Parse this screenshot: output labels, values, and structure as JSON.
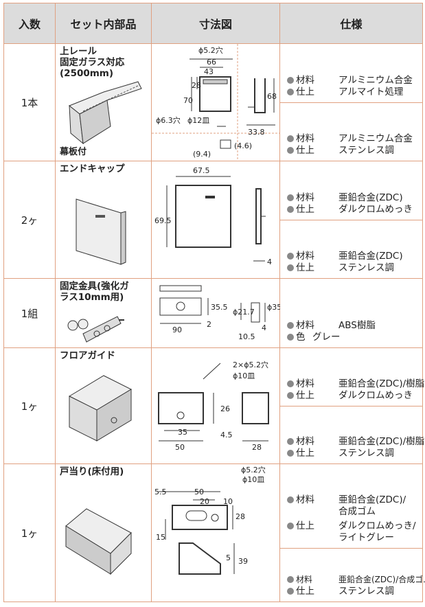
{
  "header": {
    "qty": "入数",
    "parts": "セット内部品",
    "diagram": "寸法図",
    "spec": "仕様"
  },
  "rows": [
    {
      "qty": "1本",
      "name": "上レール\n固定ガラス対応\n(2500mm)",
      "note": "幕板付",
      "dims": [
        "ϕ5.2穴",
        "66",
        "43",
        "28",
        "70",
        "68",
        "ϕ6.3穴",
        "ϕ12皿",
        "33.8",
        "(4.6)",
        "(9.4)"
      ],
      "specs": [
        {
          "lines": [
            {
              "label": "材料",
              "value": "アルミニウム合金"
            },
            {
              "label": "仕上",
              "value": "アルマイト処理"
            }
          ]
        },
        {
          "lines": [
            {
              "label": "材料",
              "value": "アルミニウム合金"
            },
            {
              "label": "仕上",
              "value": "ステンレス調"
            }
          ]
        }
      ]
    },
    {
      "qty": "2ヶ",
      "name": "エンドキャップ",
      "dims": [
        "67.5",
        "69.5",
        "4"
      ],
      "specs": [
        {
          "lines": [
            {
              "label": "材料",
              "value": "亜鉛合金(ZDC)"
            },
            {
              "label": "仕上",
              "value": "ダルクロムめっき"
            }
          ]
        },
        {
          "lines": [
            {
              "label": "材料",
              "value": "亜鉛合金(ZDC)"
            },
            {
              "label": "仕上",
              "value": "ステンレス調"
            }
          ]
        }
      ]
    },
    {
      "qty": "1組",
      "name": "固定金具(強化ガ\nラス10mm用)",
      "dims": [
        "35.5",
        "90",
        "2",
        "ϕ21.7",
        "ϕ35",
        "4",
        "10.5"
      ],
      "specs": [
        {
          "lines": [
            {
              "label": "材料",
              "value": "ABS樹脂"
            },
            {
              "label": "色",
              "value": "グレー"
            }
          ]
        }
      ]
    },
    {
      "qty": "1ヶ",
      "name": "フロアガイド",
      "dims": [
        "2×ϕ5.2穴",
        "ϕ10皿",
        "26",
        "35",
        "4.5",
        "50",
        "28"
      ],
      "specs": [
        {
          "lines": [
            {
              "label": "材料",
              "value": "亜鉛合金(ZDC)/樹脂"
            },
            {
              "label": "仕上",
              "value": "ダルクロムめっき"
            }
          ]
        },
        {
          "lines": [
            {
              "label": "材料",
              "value": "亜鉛合金(ZDC)/樹脂"
            },
            {
              "label": "仕上",
              "value": "ステンレス調"
            }
          ]
        }
      ]
    },
    {
      "qty": "1ヶ",
      "name": "戸当り(床付用)",
      "dims": [
        "ϕ5.2穴",
        "ϕ10皿",
        "5.5",
        "50",
        "20",
        "10",
        "28",
        "15",
        "5",
        "39"
      ],
      "specs": [
        {
          "lines": [
            {
              "label": "材料",
              "value": "亜鉛合金(ZDC)/"
            },
            {
              "label": "",
              "value": "合成ゴム"
            },
            {
              "label": "仕上",
              "value": "ダルクロムめっき/"
            },
            {
              "label": "",
              "value": "ライトグレー"
            }
          ]
        },
        {
          "lines": [
            {
              "label": "材料",
              "value": "亜鉛合金(ZDC)/合成ゴム"
            },
            {
              "label": "仕上",
              "value": "ステンレス調"
            }
          ]
        }
      ]
    }
  ],
  "colors": {
    "border": "#e0a080",
    "header_bg": "#dcdcdc",
    "bullet": "#888888"
  }
}
